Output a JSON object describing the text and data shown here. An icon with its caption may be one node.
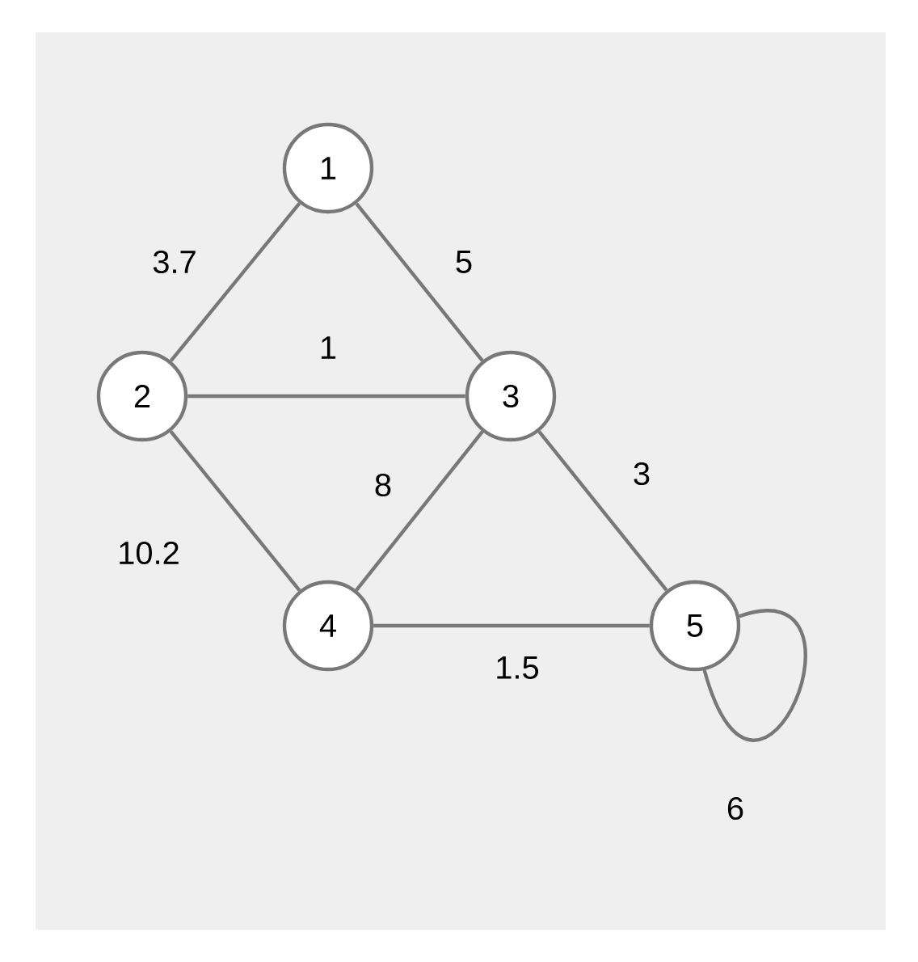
{
  "diagram": {
    "nodes": [
      {
        "text": [
          "1"
        ]
      },
      {
        "text": [
          "2"
        ]
      },
      {
        "text": [
          "3"
        ]
      },
      {
        "text": [
          "4"
        ]
      },
      {
        "text": [
          "5"
        ]
      }
    ],
    "edges": [
      {
        "from": 0,
        "to": 1,
        "arrow": "none",
        "label": "3.7"
      },
      {
        "from": 0,
        "to": 2,
        "arrow": "none",
        "label": "5"
      },
      {
        "from": 1,
        "to": 2,
        "arrow": "none",
        "label": "1"
      },
      {
        "from": 1,
        "to": 3,
        "arrow": "none",
        "label": "10.2"
      },
      {
        "from": 2,
        "to": 3,
        "arrow": "none",
        "label": "8"
      },
      {
        "from": 2,
        "to": 4,
        "arrow": "none",
        "label": "3"
      },
      {
        "from": 3,
        "to": 4,
        "arrow": "none",
        "label": "1.5"
      },
      {
        "from": 4,
        "to": 4,
        "arrow": "none",
        "label": "6"
      }
    ]
  }
}
